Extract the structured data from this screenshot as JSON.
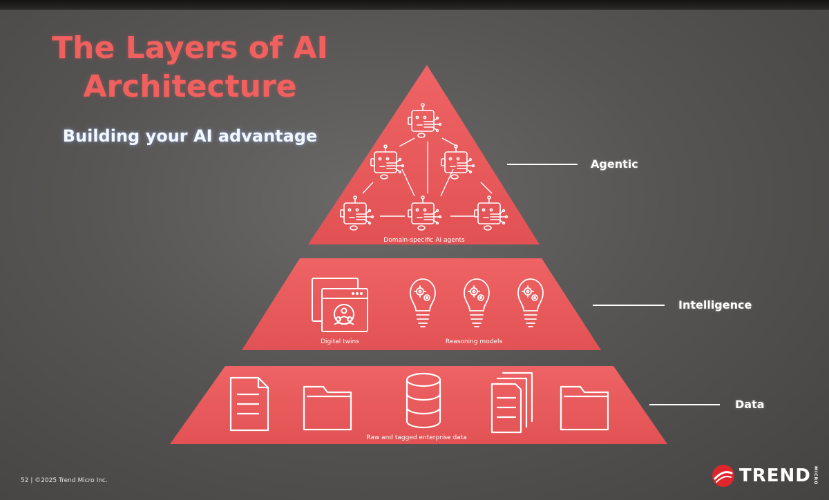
{
  "slide": {
    "title": "The Layers of AI Architecture",
    "subtitle": "Building your AI advantage",
    "footer": "52 | ©2025 Trend Micro Inc.",
    "brand": {
      "name": "TREND",
      "micro": "MICRO"
    }
  },
  "layers": [
    {
      "label": "Agentic",
      "caption": "Domain-specific AI agents",
      "icons": [
        "robot-agent-icon",
        "robot-agent-icon",
        "robot-agent-icon",
        "robot-agent-icon",
        "robot-agent-icon",
        "robot-agent-icon"
      ]
    },
    {
      "label": "Intelligence",
      "captions": [
        "Digital twins",
        "Reasoning models"
      ],
      "icons": [
        "digital-twin-window-icon",
        "lightbulb-gear-icon",
        "lightbulb-gear-icon",
        "lightbulb-gear-icon"
      ]
    },
    {
      "label": "Data",
      "caption": "Raw and tagged enterprise data",
      "icons": [
        "document-icon",
        "folder-icon",
        "database-icon",
        "documents-stack-icon",
        "folder-icon"
      ]
    }
  ],
  "colors": {
    "layer_fill": "#e9595b",
    "title": "#f0605f",
    "icon_line": "#ffffff",
    "background": "#575554"
  }
}
